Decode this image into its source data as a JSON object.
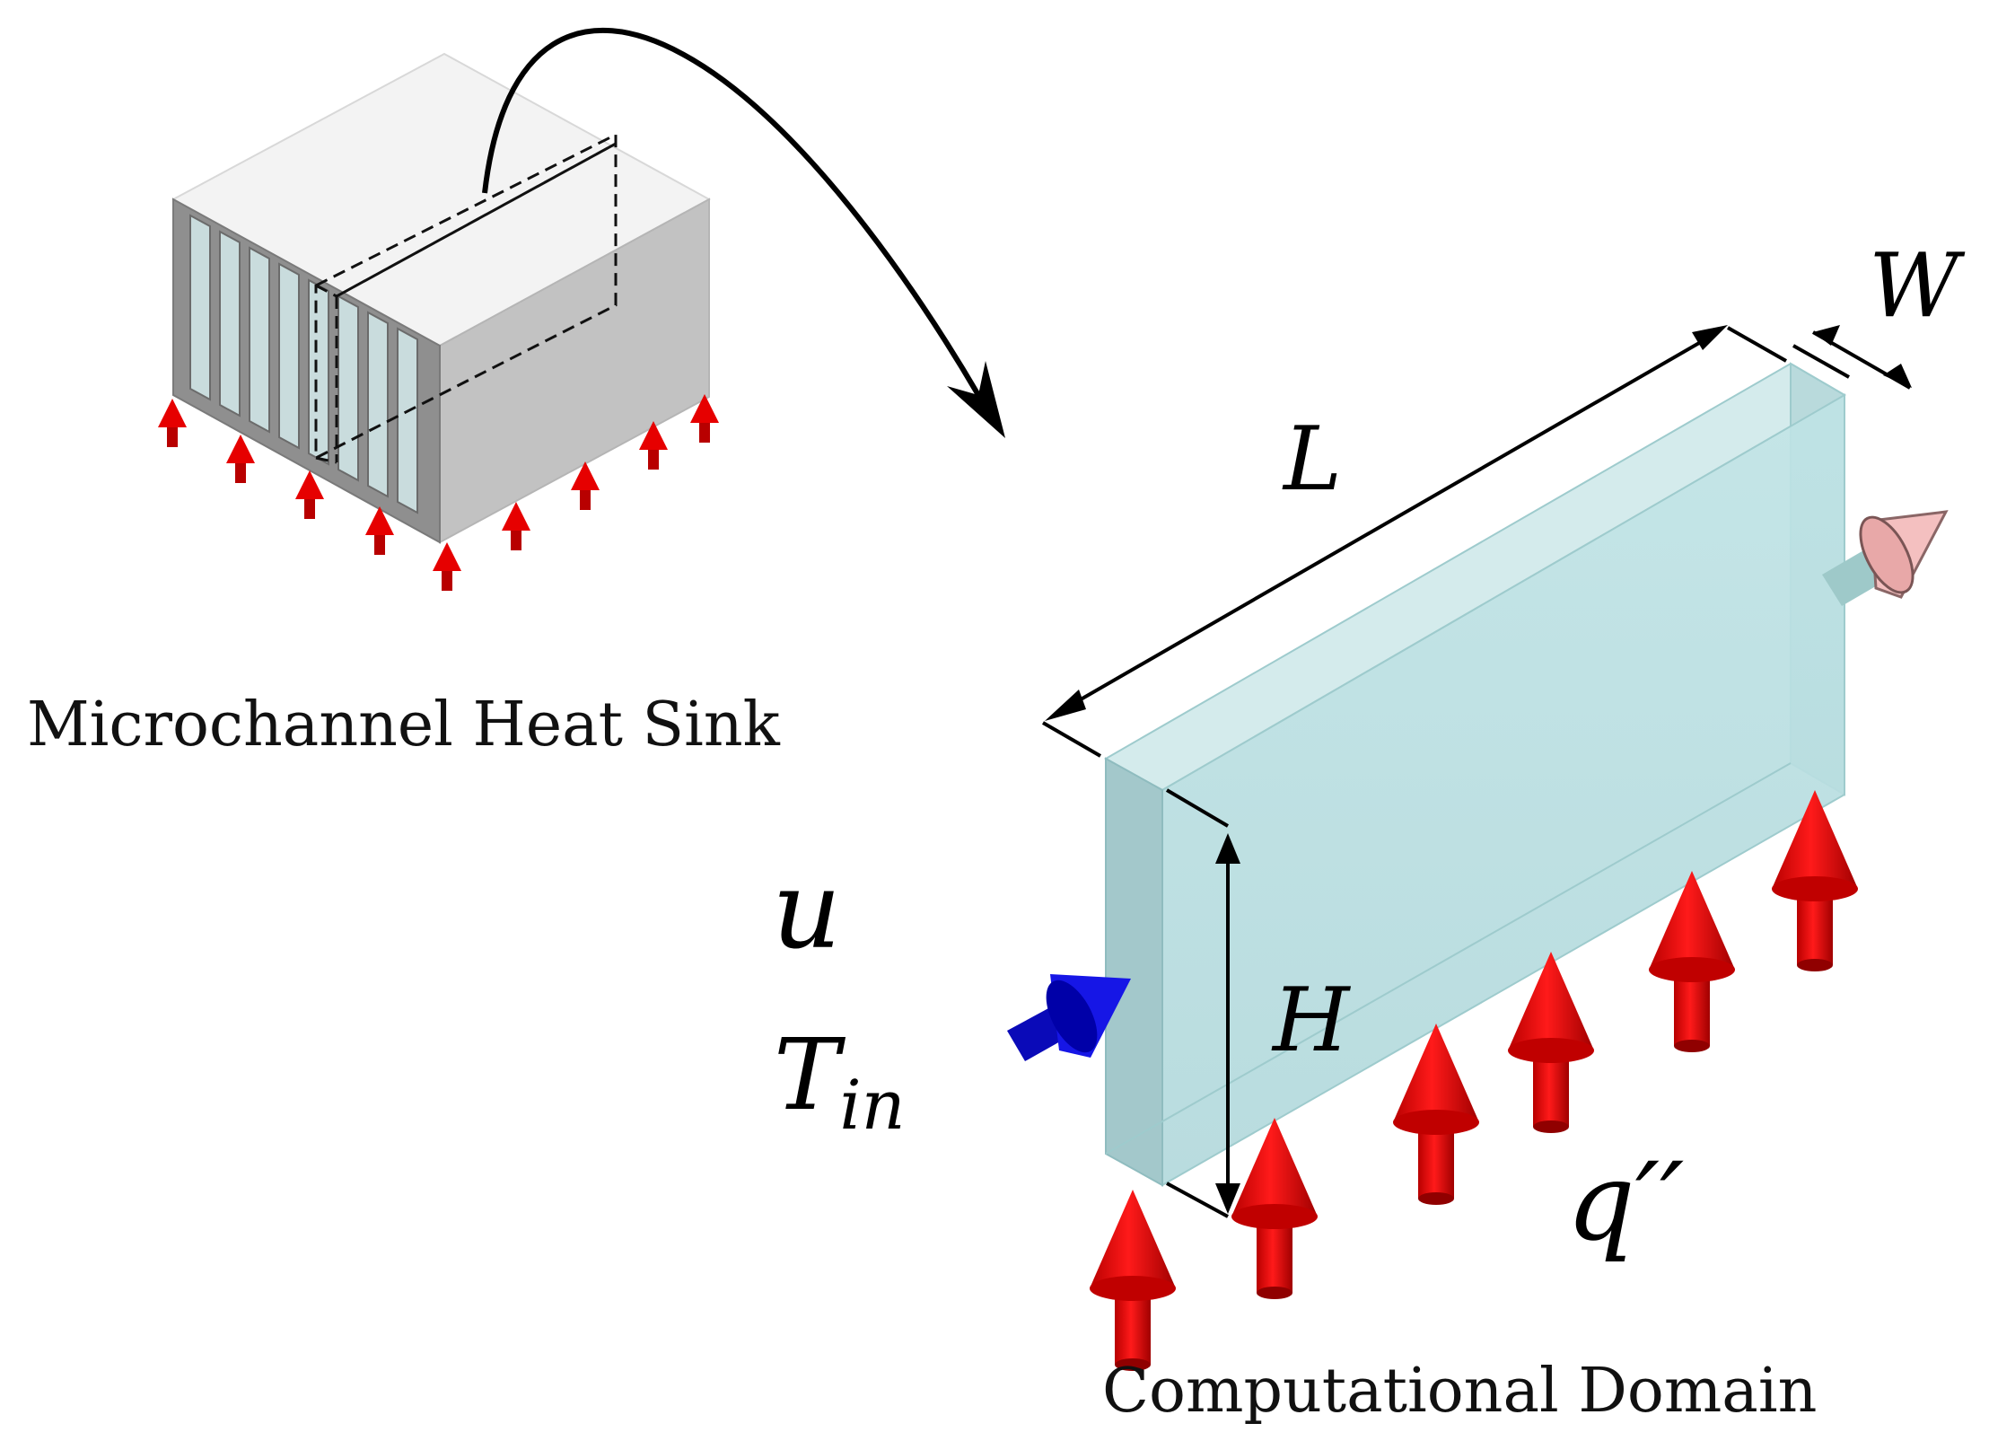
{
  "captions": {
    "heat_sink": "Microchannel Heat Sink",
    "domain": "Computational Domain"
  },
  "symbols": {
    "length": "L",
    "width": "W",
    "height": "H",
    "velocity": "u",
    "inlet_temp_base": "T",
    "inlet_temp_sub": "in",
    "heat_flux": "q′′"
  },
  "colors": {
    "heat_flux_arrow": "#e60000",
    "inlet_arrow": "#1010d0",
    "outlet_arrow": "#f2b8b8",
    "domain_fill": "#a9d3d6",
    "heat_sink_body": "#c4c4c4"
  }
}
